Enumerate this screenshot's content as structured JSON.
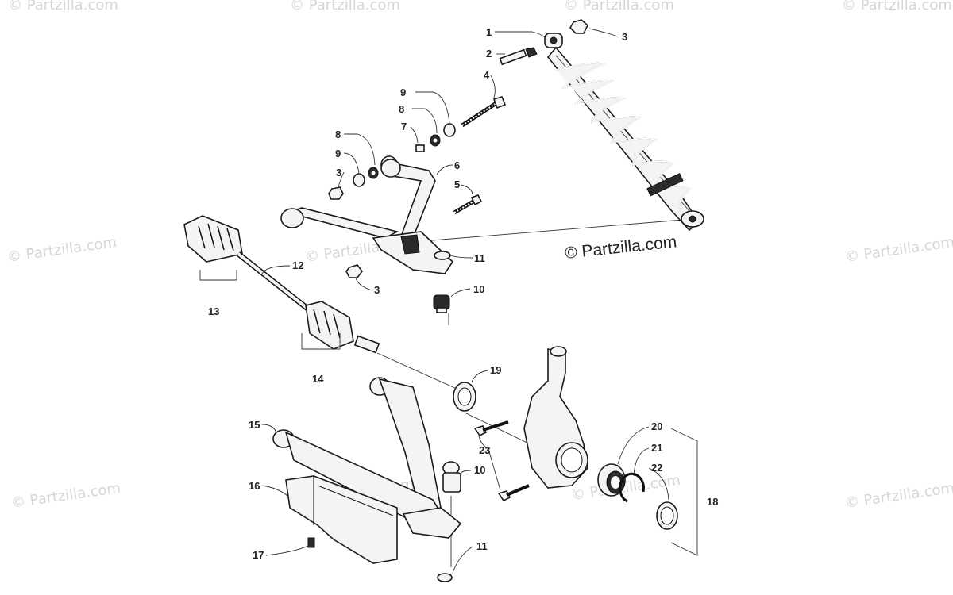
{
  "watermark": "© Partzilla.com",
  "copyright": "© Partzilla.com",
  "callouts": [
    {
      "id": "c1",
      "label": "1"
    },
    {
      "id": "c2",
      "label": "2"
    },
    {
      "id": "c3a",
      "label": "3"
    },
    {
      "id": "c4",
      "label": "4"
    },
    {
      "id": "c9a",
      "label": "9"
    },
    {
      "id": "c8a",
      "label": "8"
    },
    {
      "id": "c7",
      "label": "7"
    },
    {
      "id": "c8b",
      "label": "8"
    },
    {
      "id": "c9b",
      "label": "9"
    },
    {
      "id": "c3b",
      "label": "3"
    },
    {
      "id": "c6",
      "label": "6"
    },
    {
      "id": "c5",
      "label": "5"
    },
    {
      "id": "c11a",
      "label": "11"
    },
    {
      "id": "c3c",
      "label": "3"
    },
    {
      "id": "c10a",
      "label": "10"
    },
    {
      "id": "c12",
      "label": "12"
    },
    {
      "id": "c13",
      "label": "13"
    },
    {
      "id": "c14",
      "label": "14"
    },
    {
      "id": "c19",
      "label": "19"
    },
    {
      "id": "c15",
      "label": "15"
    },
    {
      "id": "c23",
      "label": "23"
    },
    {
      "id": "c20",
      "label": "20"
    },
    {
      "id": "c21",
      "label": "21"
    },
    {
      "id": "c22",
      "label": "22"
    },
    {
      "id": "c18",
      "label": "18"
    },
    {
      "id": "c16",
      "label": "16"
    },
    {
      "id": "c10b",
      "label": "10"
    },
    {
      "id": "c17",
      "label": "17"
    },
    {
      "id": "c11b",
      "label": "11"
    }
  ]
}
